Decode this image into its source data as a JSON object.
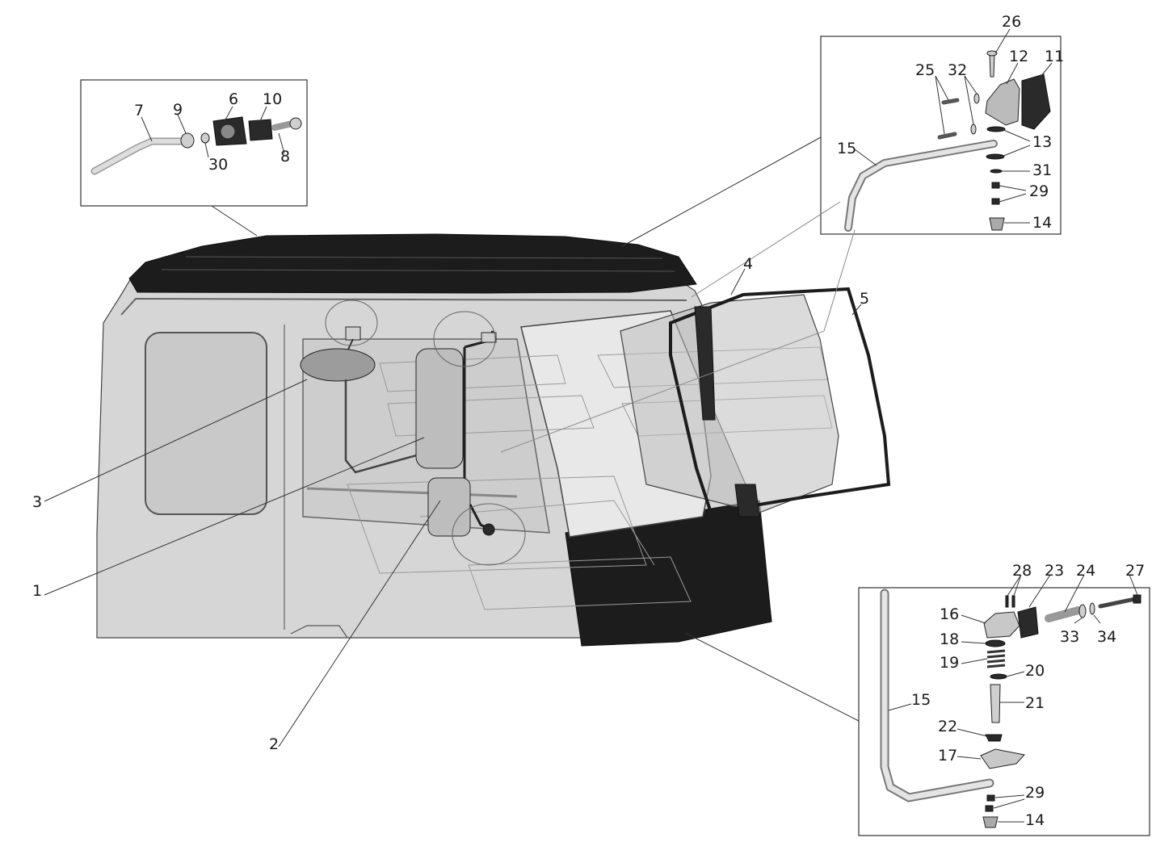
{
  "labels": {
    "l1": "1",
    "l2": "2",
    "l3": "3",
    "l4": "4",
    "l5": "5",
    "l6": "6",
    "l7": "7",
    "l8": "8",
    "l9": "9",
    "l10": "10",
    "l11": "11",
    "l12": "12",
    "l13": "13",
    "l14a": "14",
    "l14b": "14",
    "l15a": "15",
    "l15b": "15",
    "l16": "16",
    "l17": "17",
    "l18": "18",
    "l19": "19",
    "l20": "20",
    "l21": "21",
    "l22": "22",
    "l23": "23",
    "l24": "24",
    "l25": "25",
    "l26": "26",
    "l27": "27",
    "l28": "28",
    "l29a": "29",
    "l29b": "29",
    "l30": "30",
    "l31": "31",
    "l32": "32",
    "l33": "33",
    "l34": "34"
  },
  "colors": {
    "cab_body": "#d6d6d6",
    "roof": "#1c1c1c",
    "lines": "#333333"
  }
}
